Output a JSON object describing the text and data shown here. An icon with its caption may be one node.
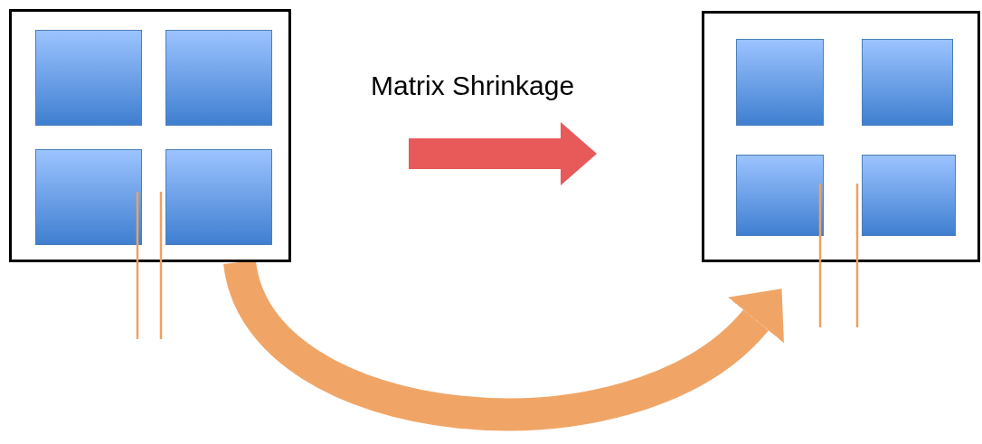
{
  "diagram": {
    "nodes": [
      {
        "text": [],
        "shape": "box"
      },
      {
        "text": [],
        "shape": "box",
        "in": 0
      },
      {
        "text": [],
        "shape": "box",
        "in": 0
      },
      {
        "text": [],
        "shape": "box",
        "in": 0
      },
      {
        "text": [],
        "shape": "box",
        "in": 0
      },
      {
        "text": [],
        "shape": "box"
      },
      {
        "text": [],
        "shape": "box",
        "in": 5
      },
      {
        "text": [],
        "shape": "box",
        "in": 5
      },
      {
        "text": [],
        "shape": "box",
        "in": 5
      },
      {
        "text": [],
        "shape": "box",
        "in": 5
      }
    ],
    "edges": [
      {
        "from": 0,
        "to": 5,
        "arrow": "to",
        "label": "Matrix Shrinkage",
        "color": "#e8595a"
      },
      {
        "from": 0,
        "to": 5,
        "arrow": "to",
        "color": "#f0a567"
      }
    ]
  }
}
